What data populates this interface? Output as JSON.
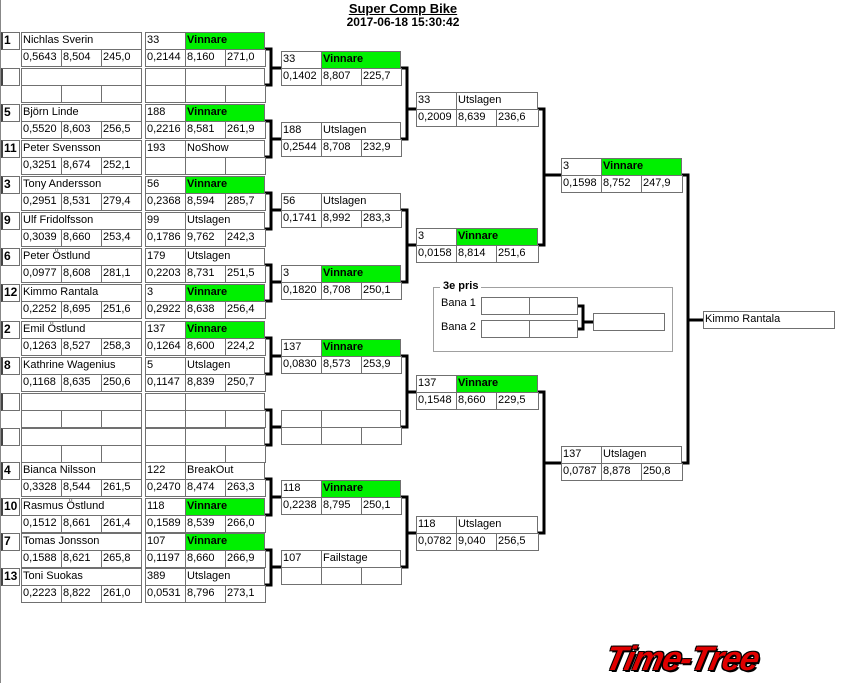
{
  "header": {
    "title": "Super Comp Bike",
    "datetime": "2017-06-18 15:30:42"
  },
  "riders": [
    {
      "seed": "1",
      "name": "Nichlas Sverin",
      "stats": [
        "0,5643",
        "8,504",
        "245,0"
      ]
    },
    {
      "seed": "",
      "name": "",
      "stats": [
        "",
        "",
        ""
      ]
    },
    {
      "seed": "5",
      "name": "Björn Linde",
      "stats": [
        "0,5520",
        "8,603",
        "256,5"
      ]
    },
    {
      "seed": "11",
      "name": "Peter Svensson",
      "stats": [
        "0,3251",
        "8,674",
        "252,1"
      ]
    },
    {
      "seed": "3",
      "name": "Tony Andersson",
      "stats": [
        "0,2951",
        "8,531",
        "279,4"
      ]
    },
    {
      "seed": "9",
      "name": "Ulf Fridolfsson",
      "stats": [
        "0,3039",
        "8,660",
        "253,4"
      ]
    },
    {
      "seed": "6",
      "name": "Peter Östlund",
      "stats": [
        "0,0977",
        "8,608",
        "281,1"
      ]
    },
    {
      "seed": "12",
      "name": "Kimmo Rantala",
      "stats": [
        "0,2252",
        "8,695",
        "251,6"
      ]
    },
    {
      "seed": "2",
      "name": "Emil Östlund",
      "stats": [
        "0,1263",
        "8,527",
        "258,3"
      ]
    },
    {
      "seed": "8",
      "name": "Kathrine Wagenius",
      "stats": [
        "0,1168",
        "8,635",
        "250,6"
      ]
    },
    {
      "seed": "",
      "name": "",
      "stats": [
        "",
        "",
        ""
      ]
    },
    {
      "seed": "",
      "name": "",
      "stats": [
        "",
        "",
        ""
      ]
    },
    {
      "seed": "4",
      "name": "Bianca Nilsson",
      "stats": [
        "0,3328",
        "8,544",
        "261,5"
      ]
    },
    {
      "seed": "10",
      "name": "Rasmus Östlund",
      "stats": [
        "0,1512",
        "8,661",
        "261,4"
      ]
    },
    {
      "seed": "7",
      "name": "Tomas Jonsson",
      "stats": [
        "0,1588",
        "8,621",
        "265,8"
      ]
    },
    {
      "seed": "13",
      "name": "Toni Suokas",
      "stats": [
        "0,2223",
        "8,822",
        "261,0"
      ]
    }
  ],
  "round1": [
    {
      "num": "33",
      "status": "Vinnare",
      "winner": true,
      "stats": [
        "0,2144",
        "8,160",
        "271,0"
      ]
    },
    {
      "num": "",
      "status": "",
      "winner": false,
      "stats": [
        "",
        "",
        ""
      ]
    },
    {
      "num": "188",
      "status": "Vinnare",
      "winner": true,
      "stats": [
        "0,2216",
        "8,581",
        "261,9"
      ]
    },
    {
      "num": "193",
      "status": "NoShow",
      "winner": false,
      "stats": [
        "",
        "",
        ""
      ]
    },
    {
      "num": "56",
      "status": "Vinnare",
      "winner": true,
      "stats": [
        "0,2368",
        "8,594",
        "285,7"
      ]
    },
    {
      "num": "99",
      "status": "Utslagen",
      "winner": false,
      "stats": [
        "0,1786",
        "9,762",
        "242,3"
      ]
    },
    {
      "num": "179",
      "status": "Utslagen",
      "winner": false,
      "stats": [
        "0,2203",
        "8,731",
        "251,5"
      ]
    },
    {
      "num": "3",
      "status": "Vinnare",
      "winner": true,
      "stats": [
        "0,2922",
        "8,638",
        "256,4"
      ]
    },
    {
      "num": "137",
      "status": "Vinnare",
      "winner": true,
      "stats": [
        "0,1264",
        "8,600",
        "224,2"
      ]
    },
    {
      "num": "5",
      "status": "Utslagen",
      "winner": false,
      "stats": [
        "0,1147",
        "8,839",
        "250,7"
      ]
    },
    {
      "num": "",
      "status": "",
      "winner": false,
      "stats": [
        "",
        "",
        ""
      ]
    },
    {
      "num": "",
      "status": "",
      "winner": false,
      "stats": [
        "",
        "",
        ""
      ]
    },
    {
      "num": "122",
      "status": "BreakOut",
      "winner": false,
      "stats": [
        "0,2470",
        "8,474",
        "263,3"
      ]
    },
    {
      "num": "118",
      "status": "Vinnare",
      "winner": true,
      "stats": [
        "0,1589",
        "8,539",
        "266,0"
      ]
    },
    {
      "num": "107",
      "status": "Vinnare",
      "winner": true,
      "stats": [
        "0,1197",
        "8,660",
        "266,9"
      ]
    },
    {
      "num": "389",
      "status": "Utslagen",
      "winner": false,
      "stats": [
        "0,0531",
        "8,796",
        "273,1"
      ]
    }
  ],
  "round2": [
    {
      "num": "33",
      "status": "Vinnare",
      "winner": true,
      "stats": [
        "0,1402",
        "8,807",
        "225,7"
      ]
    },
    {
      "num": "188",
      "status": "Utslagen",
      "winner": false,
      "stats": [
        "0,2544",
        "8,708",
        "232,9"
      ]
    },
    {
      "num": "56",
      "status": "Utslagen",
      "winner": false,
      "stats": [
        "0,1741",
        "8,992",
        "283,3"
      ]
    },
    {
      "num": "3",
      "status": "Vinnare",
      "winner": true,
      "stats": [
        "0,1820",
        "8,708",
        "250,1"
      ]
    },
    {
      "num": "137",
      "status": "Vinnare",
      "winner": true,
      "stats": [
        "0,0830",
        "8,573",
        "253,9"
      ]
    },
    {
      "num": "",
      "status": "",
      "winner": false,
      "stats": [
        "",
        "",
        ""
      ]
    },
    {
      "num": "118",
      "status": "Vinnare",
      "winner": true,
      "stats": [
        "0,2238",
        "8,795",
        "250,1"
      ]
    },
    {
      "num": "107",
      "status": "Failstage",
      "winner": false,
      "stats": [
        "",
        "",
        ""
      ]
    }
  ],
  "round3": [
    {
      "num": "33",
      "status": "Utslagen",
      "winner": false,
      "stats": [
        "0,2009",
        "8,639",
        "236,6"
      ]
    },
    {
      "num": "3",
      "status": "Vinnare",
      "winner": true,
      "stats": [
        "0,0158",
        "8,814",
        "251,6"
      ]
    },
    {
      "num": "137",
      "status": "Vinnare",
      "winner": true,
      "stats": [
        "0,1548",
        "8,660",
        "229,5"
      ]
    },
    {
      "num": "118",
      "status": "Utslagen",
      "winner": false,
      "stats": [
        "0,0782",
        "9,040",
        "256,5"
      ]
    }
  ],
  "round4": [
    {
      "num": "3",
      "status": "Vinnare",
      "winner": true,
      "stats": [
        "0,1598",
        "8,752",
        "247,9"
      ]
    },
    {
      "num": "137",
      "status": "Utslagen",
      "winner": false,
      "stats": [
        "0,0787",
        "8,878",
        "250,8"
      ]
    }
  ],
  "final": {
    "name": "Kimmo Rantala"
  },
  "third_place": {
    "title": "3e pris",
    "lane1_label": "Bana 1",
    "lane2_label": "Bana 2"
  },
  "logo": {
    "text": "Time-Tree",
    "color": "#e00000"
  },
  "colors": {
    "winner": "#00f000"
  }
}
